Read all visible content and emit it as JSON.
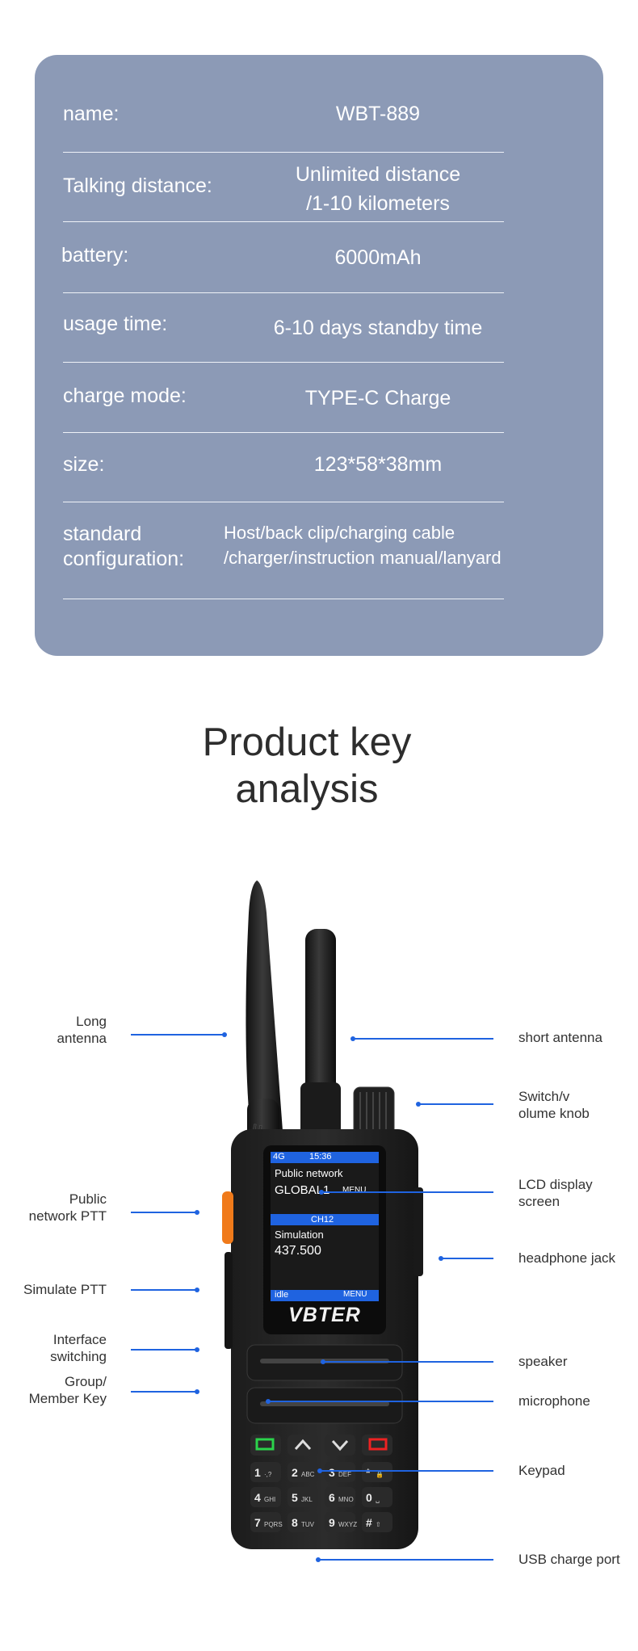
{
  "specs": {
    "rows": [
      {
        "label": "name:",
        "value": "WBT-889"
      },
      {
        "label": "Talking distance:",
        "value_lines": [
          "Unlimited distance",
          "/1-10 kilometers"
        ]
      },
      {
        "label": "battery:",
        "value": "6000mAh"
      },
      {
        "label": "usage time:",
        "value": "6-10 days standby time"
      },
      {
        "label": "charge mode:",
        "value": "TYPE-C Charge"
      },
      {
        "label": "size:",
        "value": "123*58*38mm"
      },
      {
        "label_lines": [
          "standard",
          "configuration:"
        ],
        "value_lines": [
          "Host/back clip/charging cable",
          "/charger/instruction manual/lanyard"
        ]
      }
    ]
  },
  "heading": {
    "lines": [
      "Product key",
      "analysis"
    ]
  },
  "callouts": {
    "left": [
      {
        "lines": [
          "Long",
          "antenna"
        ]
      },
      {
        "lines": [
          "Public",
          "network PTT"
        ]
      },
      {
        "lines": [
          "Simulate PTT"
        ]
      },
      {
        "lines": [
          "Interface",
          "switching"
        ]
      },
      {
        "lines": [
          "Group/",
          "Member Key"
        ]
      }
    ],
    "right": [
      {
        "lines": [
          "short antenna"
        ]
      },
      {
        "lines": [
          "Switch/v",
          "olume knob"
        ]
      },
      {
        "lines": [
          "LCD display",
          "screen"
        ]
      },
      {
        "lines": [
          "headphone jack"
        ]
      },
      {
        "lines": [
          "speaker"
        ]
      },
      {
        "lines": [
          "microphone"
        ]
      },
      {
        "lines": [
          "Keypad"
        ]
      },
      {
        "lines": [
          "USB charge port"
        ]
      }
    ]
  },
  "device": {
    "antenna_mark": "UHF",
    "brand": "VBTER",
    "screen": {
      "status_signal": "4G",
      "status_time": "15:36",
      "public_network": "Public network",
      "group": "GLOBAL1",
      "menu": "MENU",
      "channel": "CH12",
      "mode": "Simulation",
      "frequency": "437.500",
      "state": "idle",
      "menu_bottom": "MENU"
    },
    "keys": [
      [
        "1",
        "·,?"
      ],
      [
        "2",
        "ABC"
      ],
      [
        "3",
        "DEF"
      ],
      [
        "*",
        "🔒"
      ],
      [
        "4",
        "GHI"
      ],
      [
        "5",
        "JKL"
      ],
      [
        "6",
        "MNO"
      ],
      [
        "0",
        "␣"
      ],
      [
        "7",
        "PQRS"
      ],
      [
        "8",
        "TUV"
      ],
      [
        "9",
        "WXYZ"
      ],
      [
        "#",
        "⇧"
      ]
    ]
  },
  "colors": {
    "card": "#8c9ab6",
    "accent": "#1f63e0",
    "screen": "#1a1a1a"
  }
}
